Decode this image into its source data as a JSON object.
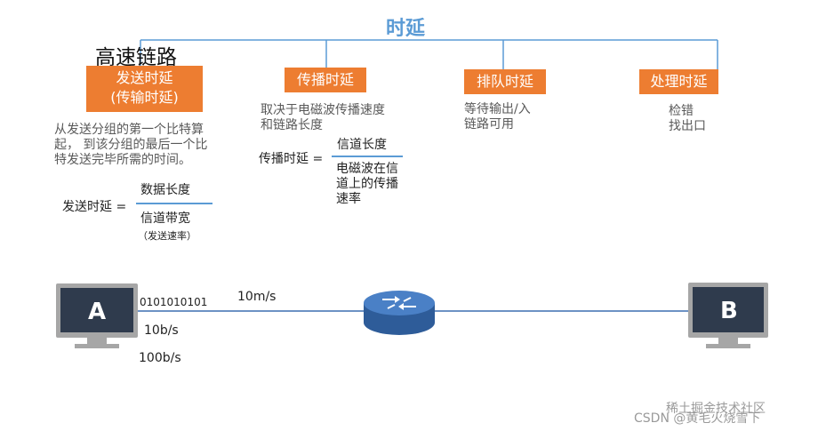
{
  "title": "时延",
  "heading": "高速链路",
  "categories": [
    {
      "label_lines": [
        "发送时延",
        "(传输时延)"
      ]
    },
    {
      "label_lines": [
        "传播时延"
      ]
    },
    {
      "label_lines": [
        "排队时延"
      ]
    },
    {
      "label_lines": [
        "处理时延"
      ]
    }
  ],
  "descriptions": {
    "transmission": [
      "从发送分组的第一个比特算",
      "起， 到该分组的最后一个比",
      "特发送完毕所需的时间。"
    ],
    "propagation": [
      "取决于电磁波传播速度",
      "和链路长度"
    ],
    "queuing": [
      "等待输出/入",
      "链路可用"
    ],
    "processing": [
      "检错",
      "找出口"
    ]
  },
  "formula_transmission": {
    "lhs": "发送时延 =",
    "numerator": "数据长度",
    "denominator": "信道带宽",
    "denominator_note": "（发送速率）"
  },
  "formula_propagation": {
    "lhs": "传播时延 =",
    "numerator": "信道长度",
    "denominator_lines": [
      "电磁波在信",
      "道上的传播",
      "速率"
    ]
  },
  "network": {
    "host_a": "A",
    "host_b": "B",
    "bits": "0101010101",
    "speed_propagation": "10m/s",
    "rate_1": "10b/s",
    "rate_2": "100b/s"
  },
  "watermark": "CSDN @黄毛火烧雪下",
  "watermark_overlay": "稀土掘金技术社区",
  "colors": {
    "accent_blue": "#5b9bd5",
    "box_orange": "#ed7d31",
    "monitor_gray": "#a6a6a6",
    "screen_dark": "#2f3b4d",
    "router_blue": "#3d6fb0"
  }
}
